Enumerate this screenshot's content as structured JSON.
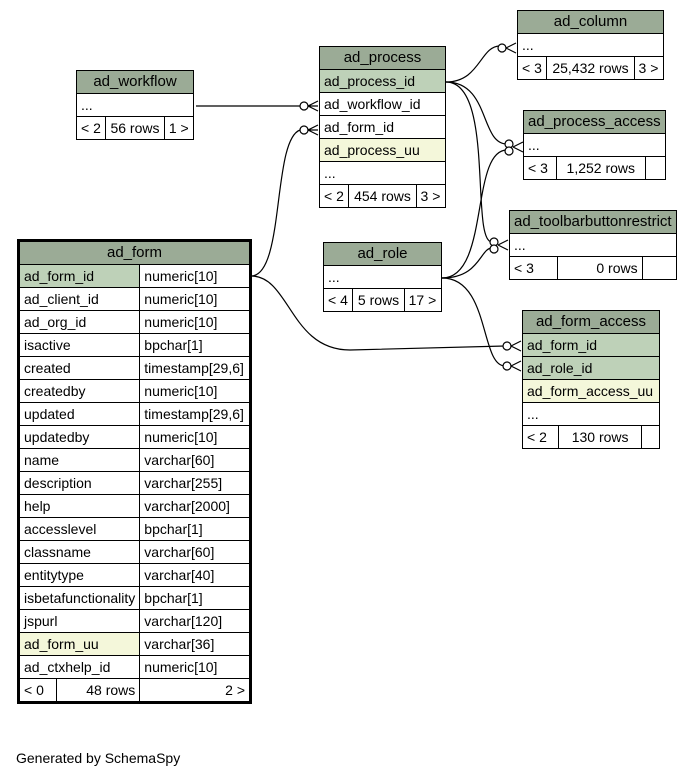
{
  "footer": "Generated by SchemaSpy",
  "colors": {
    "header": "#9bab96",
    "primary_key": "#bed1b8",
    "unique": "#f4f7da"
  },
  "ad_workflow": {
    "name": "ad_workflow",
    "ellipsis": "...",
    "parents": "< 2",
    "rows": "56 rows",
    "children": "1 >"
  },
  "ad_process": {
    "name": "ad_process",
    "columns": [
      "ad_process_id",
      "ad_workflow_id",
      "ad_form_id",
      "ad_process_uu"
    ],
    "ellipsis": "...",
    "parents": "< 2",
    "rows": "454 rows",
    "children": "3 >"
  },
  "ad_column": {
    "name": "ad_column",
    "ellipsis": "...",
    "parents": "< 3",
    "rows": "25,432 rows",
    "children": "3 >"
  },
  "ad_process_access": {
    "name": "ad_process_access",
    "ellipsis": "...",
    "parents": "< 3",
    "rows": "1,252 rows",
    "children": ""
  },
  "ad_toolbarbuttonrestrict": {
    "name": "ad_toolbarbuttonrestrict",
    "ellipsis": "...",
    "parents": "< 3",
    "rows": "0 rows",
    "children": ""
  },
  "ad_role": {
    "name": "ad_role",
    "ellipsis": "...",
    "parents": "< 4",
    "rows": "5 rows",
    "children": "17 >"
  },
  "ad_form_access": {
    "name": "ad_form_access",
    "columns": [
      "ad_form_id",
      "ad_role_id",
      "ad_form_access_uu"
    ],
    "ellipsis": "...",
    "parents": "< 2",
    "rows": "130 rows",
    "children": ""
  },
  "ad_form": {
    "name": "ad_form",
    "columns": [
      {
        "name": "ad_form_id",
        "type": "numeric[10]"
      },
      {
        "name": "ad_client_id",
        "type": "numeric[10]"
      },
      {
        "name": "ad_org_id",
        "type": "numeric[10]"
      },
      {
        "name": "isactive",
        "type": "bpchar[1]"
      },
      {
        "name": "created",
        "type": "timestamp[29,6]"
      },
      {
        "name": "createdby",
        "type": "numeric[10]"
      },
      {
        "name": "updated",
        "type": "timestamp[29,6]"
      },
      {
        "name": "updatedby",
        "type": "numeric[10]"
      },
      {
        "name": "name",
        "type": "varchar[60]"
      },
      {
        "name": "description",
        "type": "varchar[255]"
      },
      {
        "name": "help",
        "type": "varchar[2000]"
      },
      {
        "name": "accesslevel",
        "type": "bpchar[1]"
      },
      {
        "name": "classname",
        "type": "varchar[60]"
      },
      {
        "name": "entitytype",
        "type": "varchar[40]"
      },
      {
        "name": "isbetafunctionality",
        "type": "bpchar[1]"
      },
      {
        "name": "jspurl",
        "type": "varchar[120]"
      },
      {
        "name": "ad_form_uu",
        "type": "varchar[36]"
      },
      {
        "name": "ad_ctxhelp_id",
        "type": "numeric[10]"
      }
    ],
    "parents": "< 0",
    "rows": "48 rows",
    "children": "2 >"
  }
}
